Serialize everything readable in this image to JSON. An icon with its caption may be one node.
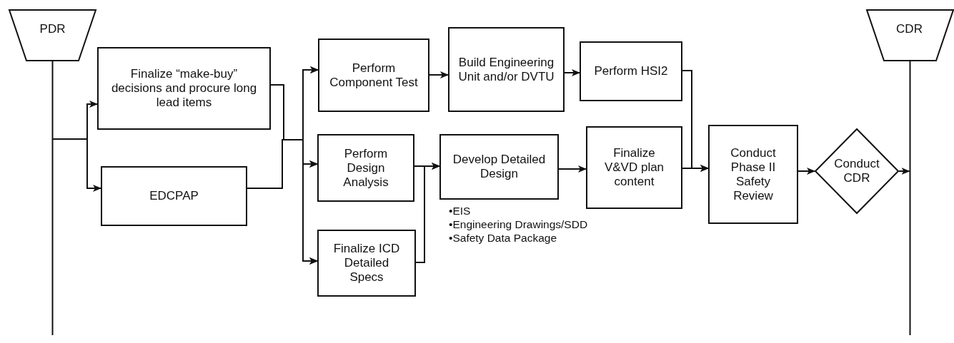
{
  "diagram": {
    "nodes": [
      {
        "text": [
          "PDR"
        ]
      },
      {
        "text": [
          "Finalize “make-buy” decisions and procure long lead items"
        ]
      },
      {
        "text": [
          "EDCPAP"
        ]
      },
      {
        "text": [
          "Perform Component Test"
        ]
      },
      {
        "text": [
          "Build Engineering Unit and/or DVTU"
        ]
      },
      {
        "text": [
          "Perform HSI2"
        ]
      },
      {
        "text": [
          "Perform Design Analysis"
        ]
      },
      {
        "text": [
          "Finalize ICD Detailed Specs"
        ]
      },
      {
        "text": [
          "Develop Detailed Design"
        ],
        "beside": [
          "•EIS",
          "•Engineering Drawings/SDD",
          "•Safety Data Package"
        ]
      },
      {
        "text": [
          "Finalize V&VD plan content"
        ]
      },
      {
        "text": [
          "Conduct Phase II Safety Review"
        ]
      },
      {
        "text": [
          "Conduct CDR"
        ]
      },
      {
        "text": [
          "CDR"
        ]
      }
    ],
    "edges": [
      {
        "from": 0,
        "to": 1,
        "arrow": "to"
      },
      {
        "from": 0,
        "to": 2,
        "arrow": "to"
      },
      {
        "from": 1,
        "to": 3,
        "arrow": "to"
      },
      {
        "from": 1,
        "to": 6,
        "arrow": "to"
      },
      {
        "from": 1,
        "to": 7,
        "arrow": "to"
      },
      {
        "from": 2,
        "to": 3,
        "arrow": "to"
      },
      {
        "from": 2,
        "to": 6,
        "arrow": "to"
      },
      {
        "from": 2,
        "to": 7,
        "arrow": "to"
      },
      {
        "from": 3,
        "to": 4,
        "arrow": "to"
      },
      {
        "from": 4,
        "to": 5,
        "arrow": "to"
      },
      {
        "from": 6,
        "to": 8,
        "arrow": "to"
      },
      {
        "from": 7,
        "to": 8,
        "arrow": "to"
      },
      {
        "from": 8,
        "to": 9,
        "arrow": "to"
      },
      {
        "from": 5,
        "to": 10,
        "arrow": "to"
      },
      {
        "from": 9,
        "to": 10,
        "arrow": "to"
      },
      {
        "from": 10,
        "to": 11,
        "arrow": "to"
      },
      {
        "from": 11,
        "to": 12,
        "arrow": "to"
      }
    ]
  }
}
